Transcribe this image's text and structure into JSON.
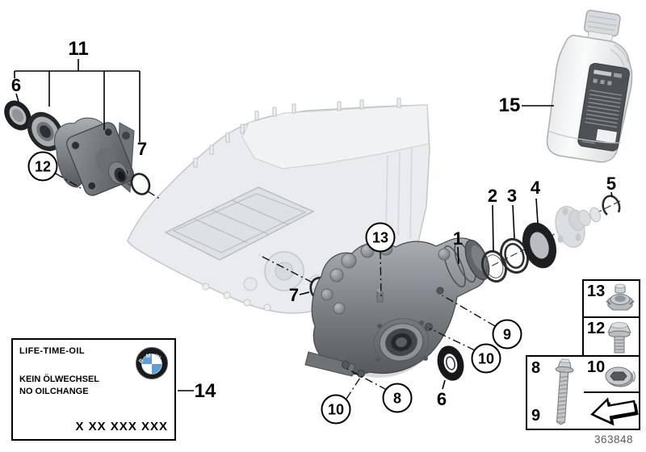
{
  "image_number": "363848",
  "callouts": {
    "c1": "1",
    "c2": "2",
    "c3": "3",
    "c4": "4",
    "c5": "5",
    "c6_top": "6",
    "c6_bottom": "6",
    "c7_top": "7",
    "c7_mid": "7",
    "c8": "8",
    "c9": "9",
    "c10_left": "10",
    "c10_right": "10",
    "c11": "11",
    "c12": "12",
    "c13": "13",
    "c14": "14",
    "c15": "15"
  },
  "label_box": {
    "title": "LIFE-TIME-OIL",
    "line_de": "KEIN ÖLWECHSEL",
    "line_en": "NO OILCHANGE",
    "code": "X XX XXX XXX",
    "logo_letters": "BMW"
  },
  "legend": {
    "n13": "13",
    "n12": "12",
    "n10": "10",
    "n8": "8",
    "n9": "9",
    "icons": {
      "n13": "breather-valve-icon",
      "n12": "hex-flange-bolt-icon",
      "n10": "oil-drain-plug-icon",
      "n8n9": "torx-bolt-icon",
      "arrow": "continuation-arrow-icon"
    }
  },
  "colors": {
    "bmw_blue": "#5d9fd3",
    "ghost_gray": "#e9ebee",
    "part_gray": "#84898e",
    "line_black": "#000000"
  }
}
